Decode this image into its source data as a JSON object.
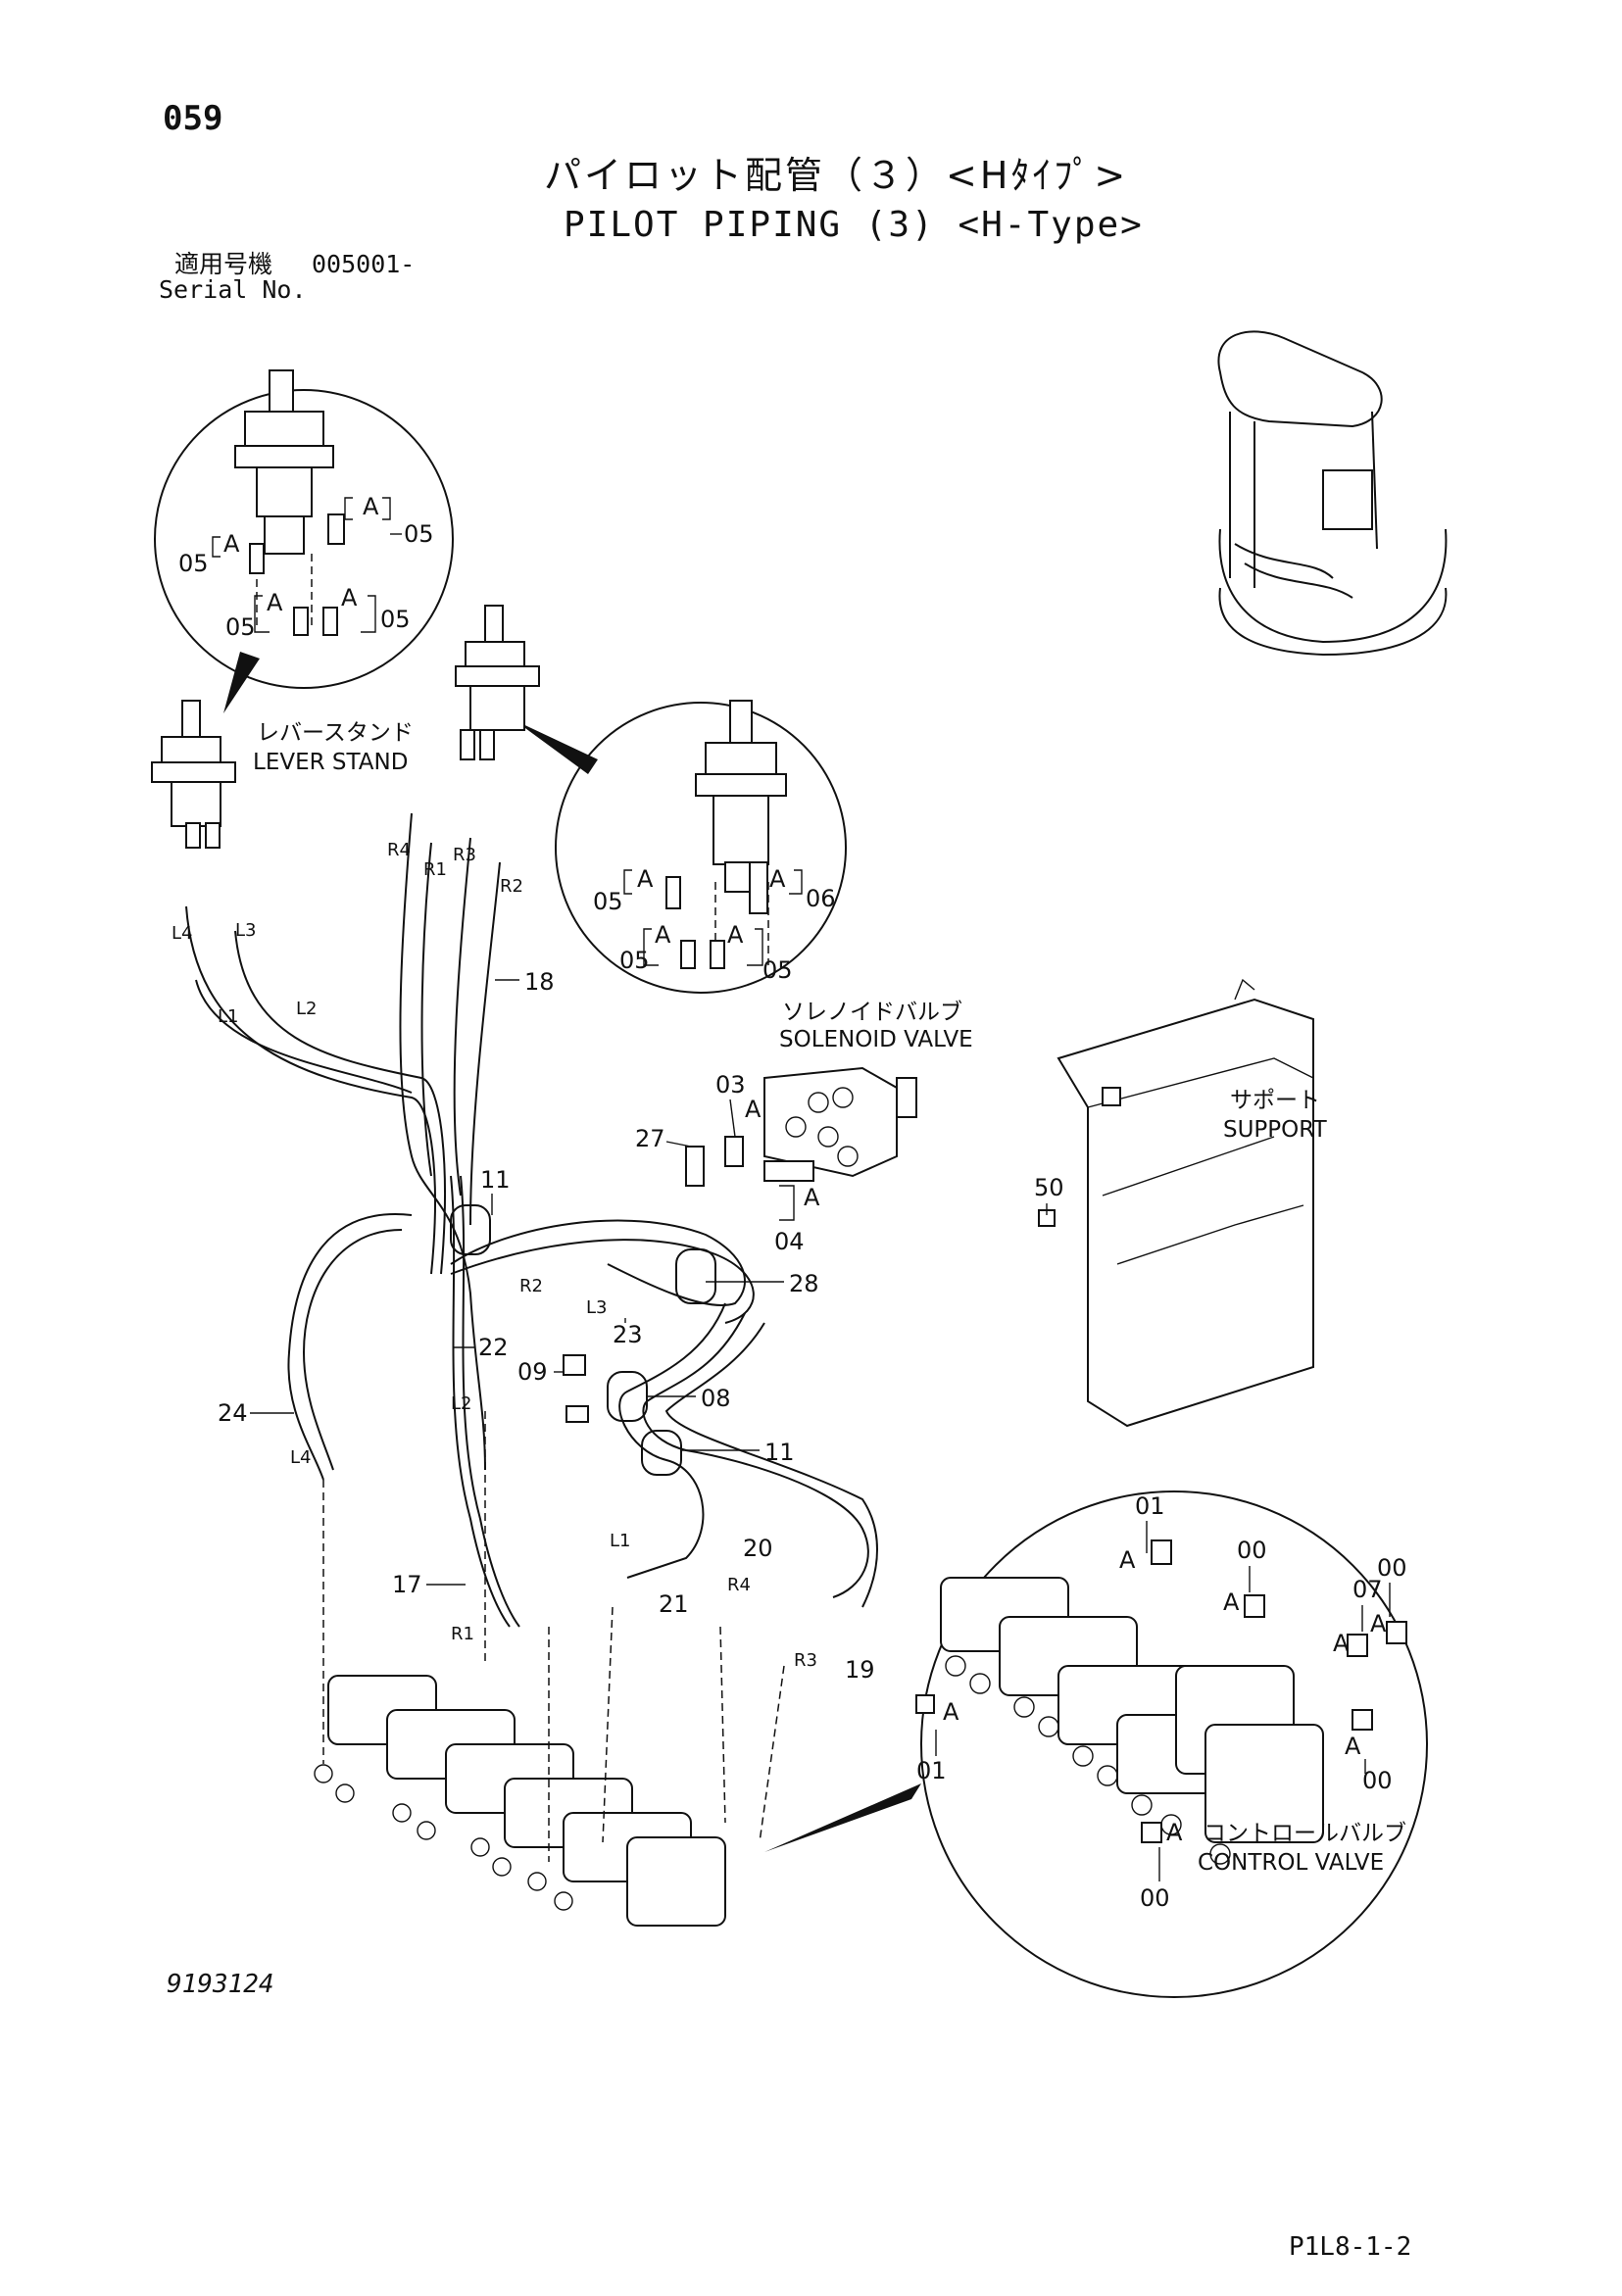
{
  "header": {
    "page_number": "059",
    "title_jp": "パイロット配管（３）<Hﾀｲﾌﾟ>",
    "title_en": "PILOT PIPING (3) <H-Type>",
    "serial_label_jp": "適用号機",
    "serial_value": "005001-",
    "serial_label_en": "Serial No."
  },
  "components": {
    "lever_stand_jp": "レバースタンド",
    "lever_stand_en": "LEVER STAND",
    "solenoid_valve_jp": "ソレノイドバルブ",
    "solenoid_valve_en": "SOLENOID VALVE",
    "support_jp": "サポート",
    "support_en": "SUPPORT",
    "control_valve_jp": "コントロールバルブ",
    "control_valve_en": "CONTROL VALVE"
  },
  "callouts": {
    "p00": "00",
    "p01": "01",
    "p03": "03",
    "p04": "04",
    "p05": "05",
    "p06": "06",
    "p07": "07",
    "p08": "08",
    "p09": "09",
    "p11": "11",
    "p17": "17",
    "p18": "18",
    "p19": "19",
    "p20": "20",
    "p21": "21",
    "p22": "22",
    "p23": "23",
    "p24": "24",
    "p27": "27",
    "p28": "28",
    "p50": "50",
    "detail_mark": "A"
  },
  "ports": {
    "L1": "L1",
    "L2": "L2",
    "L3": "L3",
    "L4": "L4",
    "R1": "R1",
    "R2": "R2",
    "R3": "R3",
    "R4": "R4"
  },
  "footer": {
    "drawing_number": "9193124",
    "page_ref": "P1L8-1-2"
  }
}
